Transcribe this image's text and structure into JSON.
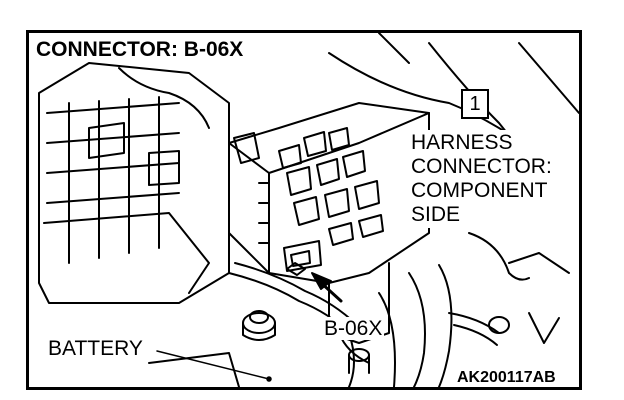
{
  "title": "CONNECTOR: B-06X",
  "callout_number": "1",
  "harness_label": "HARNESS\nCONNECTOR:\nCOMPONENT\nSIDE",
  "connector_label": "B-06X",
  "battery_label": "BATTERY",
  "figure_code": "AK200117AB",
  "colors": {
    "line": "#000000",
    "background": "#ffffff"
  }
}
